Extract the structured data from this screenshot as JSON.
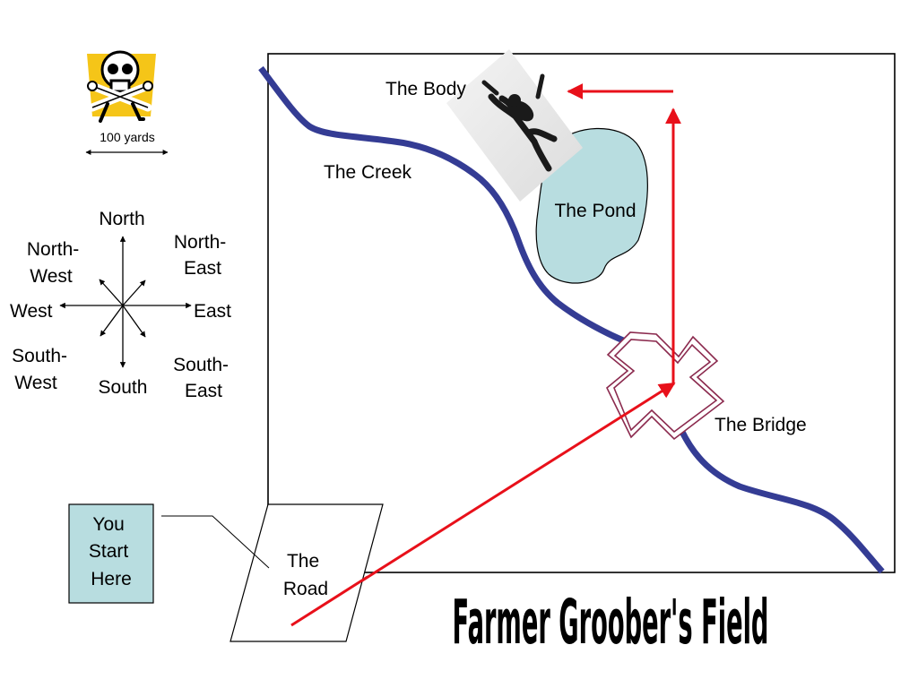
{
  "title": "Farmer Groober's Field",
  "scale": {
    "label": "100 yards",
    "icon": "skull-crossbones-icon"
  },
  "compass": {
    "north": "North",
    "north_east": [
      "North-",
      "East"
    ],
    "east": "East",
    "south_east": [
      "South-",
      "East"
    ],
    "south": "South",
    "south_west": [
      "South-",
      "West"
    ],
    "west": "West",
    "north_west": [
      "North-",
      "West"
    ]
  },
  "map": {
    "body": "The Body",
    "creek": "The Creek",
    "pond": "The Pond",
    "bridge": "The Bridge",
    "road": [
      "The",
      "Road"
    ]
  },
  "start": [
    "You",
    "Start",
    "Here"
  ],
  "colors": {
    "creek": "#343c94",
    "path": "#e8101a",
    "pond": "#b8dde0",
    "bridge": "#8b2a4e",
    "start_box": "#b8dde0",
    "skull_bg": "#f5c518"
  }
}
